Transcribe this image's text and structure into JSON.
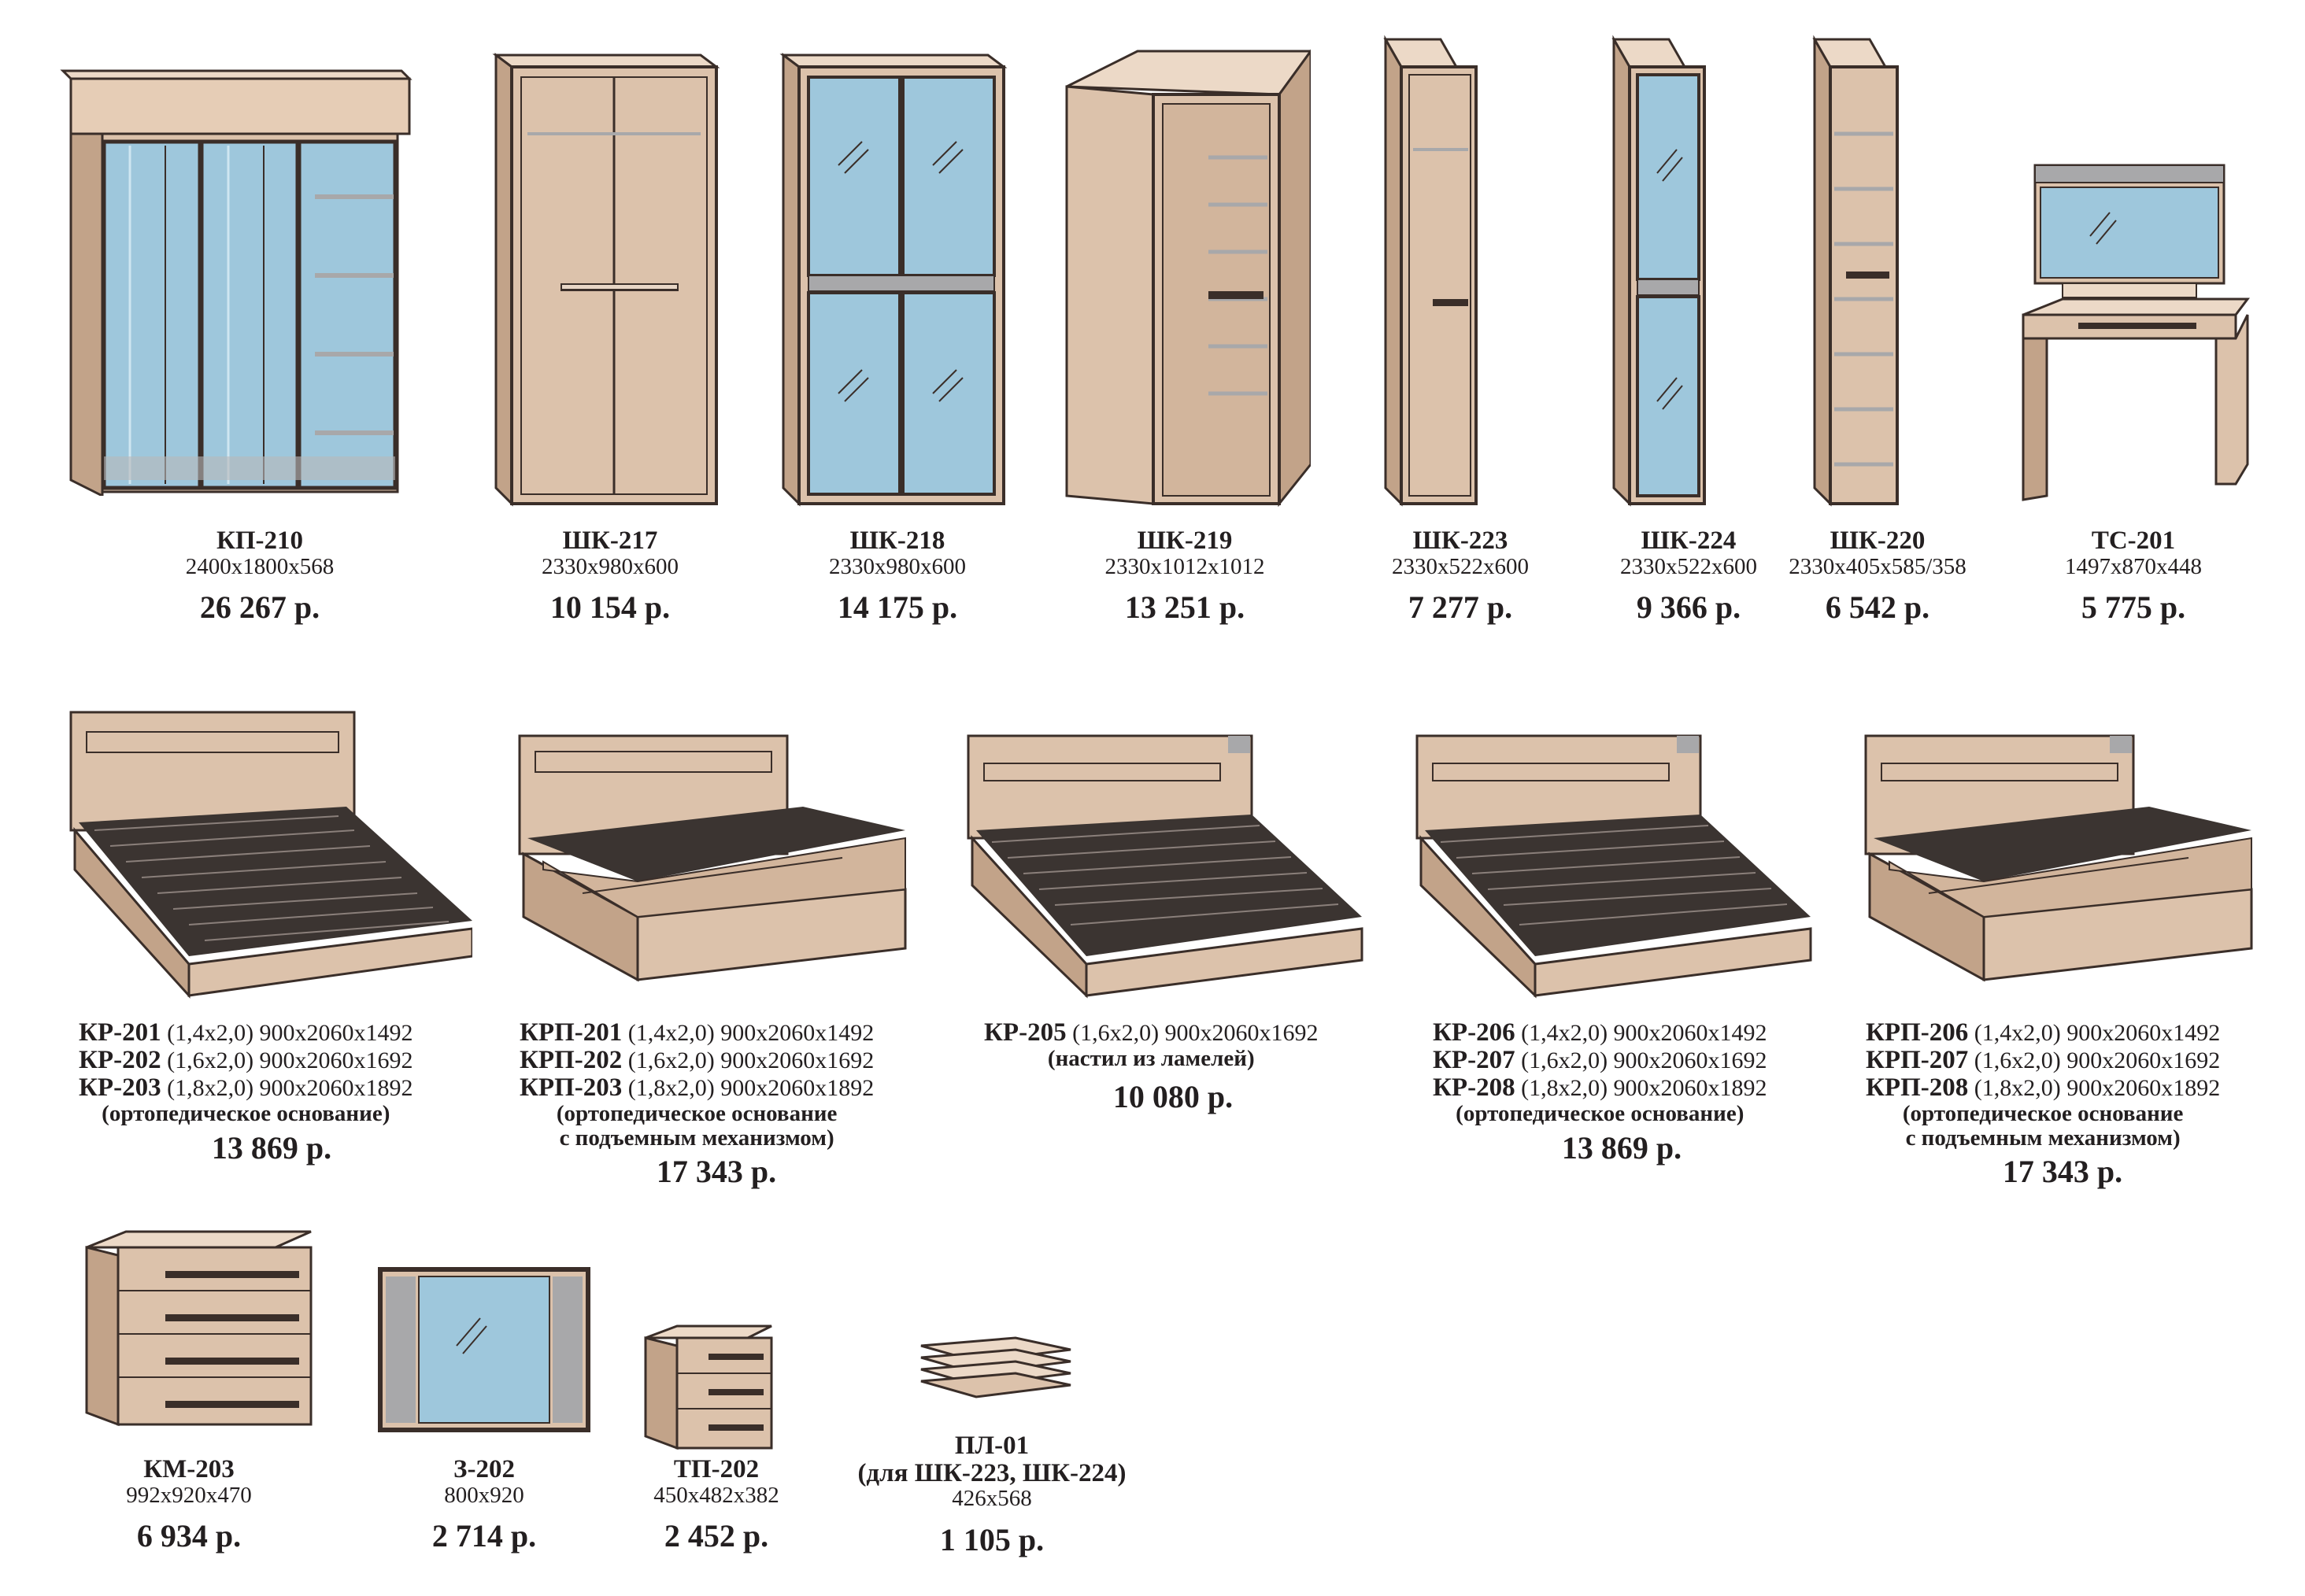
{
  "colors": {
    "body": "#dcc2ab",
    "body_dark": "#c2a389",
    "top": "#ecd9c7",
    "edge": "#3a2e29",
    "glass": "#9ec7dc",
    "glass_light": "#cfe6f1",
    "slats": "#3b3431",
    "grey": "#a8a8aa"
  },
  "row1": [
    {
      "code": "КП-210",
      "dims": "2400х1800х568",
      "price": "26 267 р.",
      "icon": "sliding-wardrobe-icon"
    },
    {
      "code": "ШК-217",
      "dims": "2330х980х600",
      "price": "10 154 р.",
      "icon": "two-door-wardrobe-icon"
    },
    {
      "code": "ШК-218",
      "dims": "2330х980х600",
      "price": "14 175 р.",
      "icon": "glass-wardrobe-icon"
    },
    {
      "code": "ШК-219",
      "dims": "2330х1012х1012",
      "price": "13 251 р.",
      "icon": "corner-wardrobe-icon"
    },
    {
      "code": "ШК-223",
      "dims": "2330х522х600",
      "price": "7 277 р.",
      "icon": "single-door-wardrobe-icon"
    },
    {
      "code": "ШК-224",
      "dims": "2330х522х600",
      "price": "9 366 р.",
      "icon": "glass-single-wardrobe-icon"
    },
    {
      "code": "ШК-220",
      "dims": "2330х405х585/358",
      "price": "6 542 р.",
      "icon": "end-shelf-unit-icon"
    },
    {
      "code": "ТС-201",
      "dims": "1497х870х448",
      "price": "5 775 р.",
      "icon": "dressing-table-icon"
    }
  ],
  "beds": [
    {
      "rows": [
        {
          "code": "КР-201",
          "spec": "(1,4х2,0) 900х2060х1492"
        },
        {
          "code": "КР-202",
          "spec": "(1,6х2,0) 900х2060х1692"
        },
        {
          "code": "КР-203",
          "spec": "(1,8х2,0) 900х2060х1892"
        }
      ],
      "note": [
        "(ортопедическое основание)"
      ],
      "price": "13 869 р.",
      "icon": "bed-slats-icon"
    },
    {
      "rows": [
        {
          "code": "КРП-201",
          "spec": "(1,4х2,0) 900х2060х1492"
        },
        {
          "code": "КРП-202",
          "spec": "(1,6х2,0) 900х2060х1692"
        },
        {
          "code": "КРП-203",
          "spec": "(1,8х2,0) 900х2060х1892"
        }
      ],
      "note": [
        "(ортопедическое основание",
        "с подъемным механизмом)"
      ],
      "price": "17 343 р.",
      "icon": "bed-lift-icon"
    },
    {
      "rows": [
        {
          "code": "КР-205",
          "spec": "(1,6х2,0) 900х2060х1692"
        }
      ],
      "note": [
        "(настил из ламелей)"
      ],
      "price": "10 080 р.",
      "icon": "bed-slats-icon"
    },
    {
      "rows": [
        {
          "code": "КР-206",
          "spec": "(1,4х2,0) 900х2060х1492"
        },
        {
          "code": "КР-207",
          "spec": "(1,6х2,0) 900х2060х1692"
        },
        {
          "code": "КР-208",
          "spec": "(1,8х2,0) 900х2060х1892"
        }
      ],
      "note": [
        "(ортопедическое основание)"
      ],
      "price": "13 869 р.",
      "icon": "bed-slats-icon"
    },
    {
      "rows": [
        {
          "code": "КРП-206",
          "spec": "(1,4х2,0) 900х2060х1492"
        },
        {
          "code": "КРП-207",
          "spec": "(1,6х2,0) 900х2060х1692"
        },
        {
          "code": "КРП-208",
          "spec": "(1,8х2,0) 900х2060х1892"
        }
      ],
      "note": [
        "(ортопедическое основание",
        "с подъемным механизмом)"
      ],
      "price": "17 343 р.",
      "icon": "bed-lift-icon"
    }
  ],
  "row3": [
    {
      "code": "КМ-203",
      "dims": "992х920х470",
      "price": "6 934 р.",
      "icon": "chest-of-drawers-icon"
    },
    {
      "code": "З-202",
      "dims": "800х920",
      "price": "2 714 р.",
      "icon": "mirror-icon"
    },
    {
      "code": "ТП-202",
      "dims": "450х482х382",
      "price": "2 452 р.",
      "icon": "nightstand-icon"
    },
    {
      "code": "ПЛ-01",
      "note": "(для ШК-223, ШК-224)",
      "dims": "426х568",
      "price": "1 105 р.",
      "icon": "shelves-icon"
    }
  ]
}
